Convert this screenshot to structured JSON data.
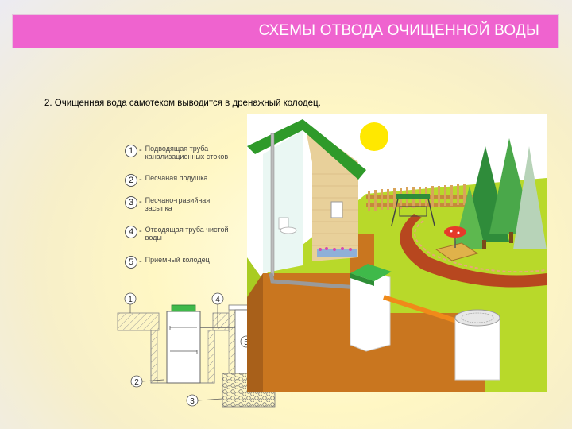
{
  "header": {
    "title": "СХЕМЫ ОТВОДА ОЧИЩЕННОЙ ВОДЫ"
  },
  "subtitle": "2. Очищенная вода самотеком выводится в дренажный колодец.",
  "legend": [
    {
      "number": "1",
      "label": "Подводящая труба канализационных стоков"
    },
    {
      "number": "2",
      "label": "Песчаная подушка"
    },
    {
      "number": "3",
      "label": "Песчано-гравийная засыпка"
    },
    {
      "number": "4",
      "label": "Отводящая труба чистой воды"
    },
    {
      "number": "5",
      "label": "Приемный колодец"
    }
  ],
  "section_diagram": {
    "callouts": [
      "1",
      "2",
      "3",
      "4",
      "5"
    ]
  },
  "colors": {
    "title_bar": "#ef63cf",
    "grass": "#b8d92a",
    "pipe": "#f08a1a",
    "tank_lid": "#3fb94a",
    "brick_path": "#b7471f",
    "sun": "#ffe800"
  }
}
